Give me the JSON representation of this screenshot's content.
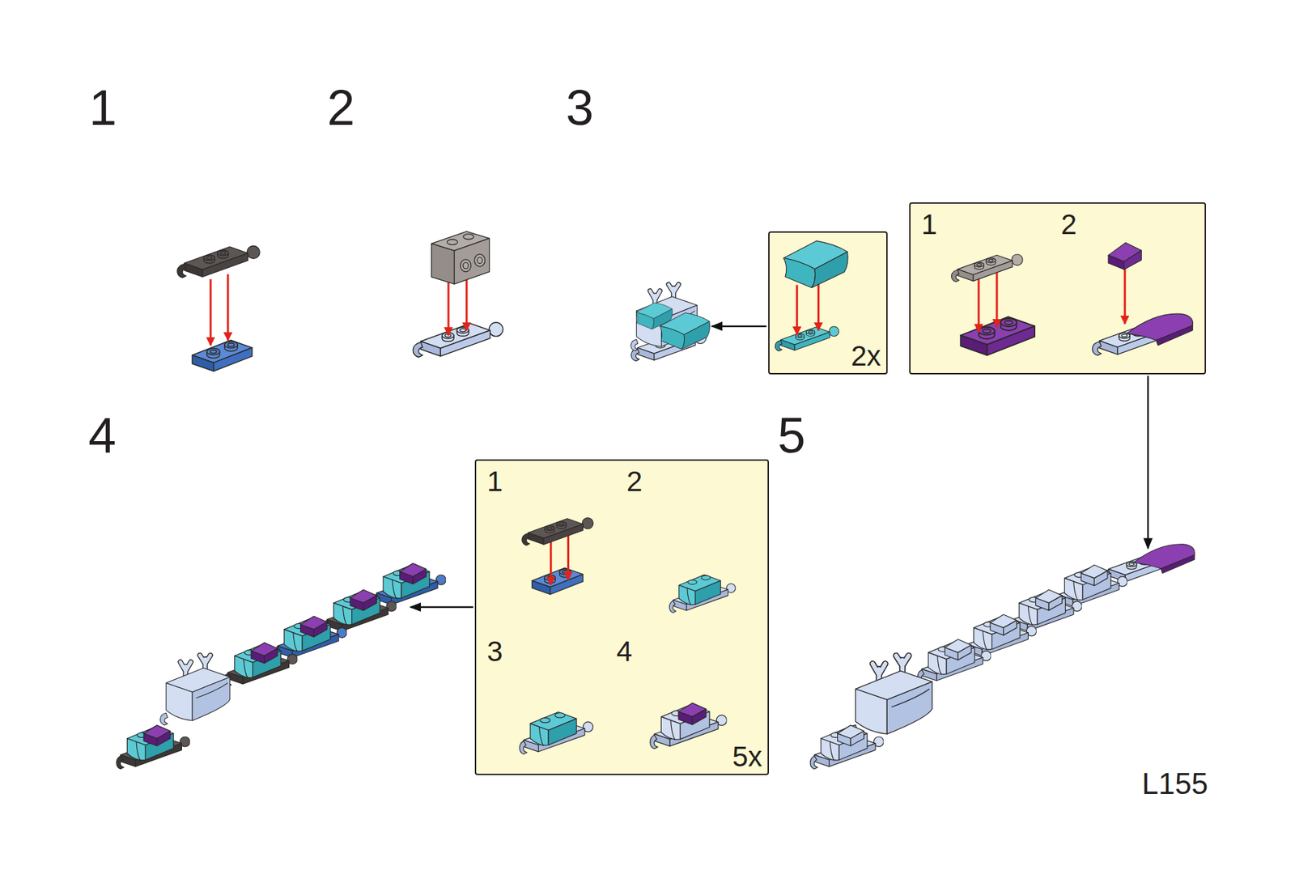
{
  "diagram": {
    "nodes": [
      {
        "text": [
          "2x"
        ]
      },
      {
        "text": [
          "1",
          "2"
        ]
      },
      {
        "text": [
          "1",
          "2",
          "3",
          "4",
          "5x"
        ]
      }
    ],
    "labels": [
      "1",
      "2",
      "3",
      "4",
      "5",
      "L155"
    ]
  }
}
